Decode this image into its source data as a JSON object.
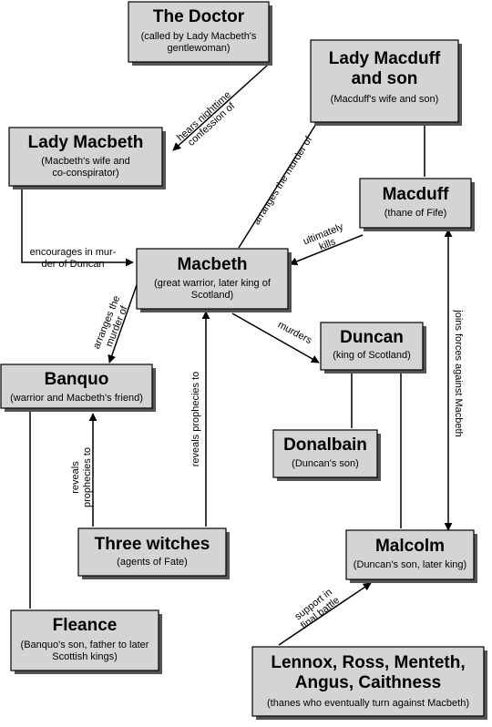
{
  "nodes": {
    "doctor": {
      "title": [
        "The Doctor"
      ],
      "sub": [
        "(called by Lady Macbeth's",
        "gentlewoman)"
      ]
    },
    "ladymacduff": {
      "title": [
        "Lady Macduff",
        "and son"
      ],
      "sub": [
        "(Macduff's wife and son)"
      ]
    },
    "ladymacbeth": {
      "title": [
        "Lady Macbeth"
      ],
      "sub": [
        "(Macbeth's wife and",
        "co-conspirator)"
      ]
    },
    "macduff": {
      "title": [
        "Macduff"
      ],
      "sub": [
        "(thane of Fife)"
      ]
    },
    "macbeth": {
      "title": [
        "Macbeth"
      ],
      "sub": [
        "(great warrior, later king of",
        "Scotland)"
      ]
    },
    "duncan": {
      "title": [
        "Duncan"
      ],
      "sub": [
        "(king of Scotland)"
      ]
    },
    "banquo": {
      "title": [
        "Banquo"
      ],
      "sub": [
        "(warrior and Macbeth's friend)"
      ]
    },
    "donalbain": {
      "title": [
        "Donalbain"
      ],
      "sub": [
        "(Duncan's son)"
      ]
    },
    "witches": {
      "title": [
        "Three witches"
      ],
      "sub": [
        "(agents of Fate)"
      ]
    },
    "malcolm": {
      "title": [
        "Malcolm"
      ],
      "sub": [
        "(Duncan's son, later king)"
      ]
    },
    "fleance": {
      "title": [
        "Fleance"
      ],
      "sub": [
        "(Banquo's son, father to later",
        "Scottish kings)"
      ]
    },
    "thanes": {
      "title": [
        "Lennox, Ross, Menteth,",
        "Angus, Caithness"
      ],
      "sub": [
        "(thanes who eventually turn against Macbeth)"
      ]
    }
  },
  "labels": {
    "hears_confession": [
      "hears nighttime",
      "confession of"
    ],
    "arranges_murder_macduff": [
      "arranges the murder of"
    ],
    "ultimately_kills": [
      "ultimately",
      "kills"
    ],
    "encourages": [
      "encourages in mur-",
      "der of Duncan"
    ],
    "arranges_murder_banquo": [
      "arranges the",
      "murder of"
    ],
    "murders": [
      "murders"
    ],
    "joins_forces": [
      "joins forces against Macbeth"
    ],
    "reveals_banquo": [
      "reveals",
      "prophecies to"
    ],
    "reveals_macbeth": [
      "reveals prophecies to"
    ],
    "support": [
      "support in",
      "final battle"
    ]
  }
}
